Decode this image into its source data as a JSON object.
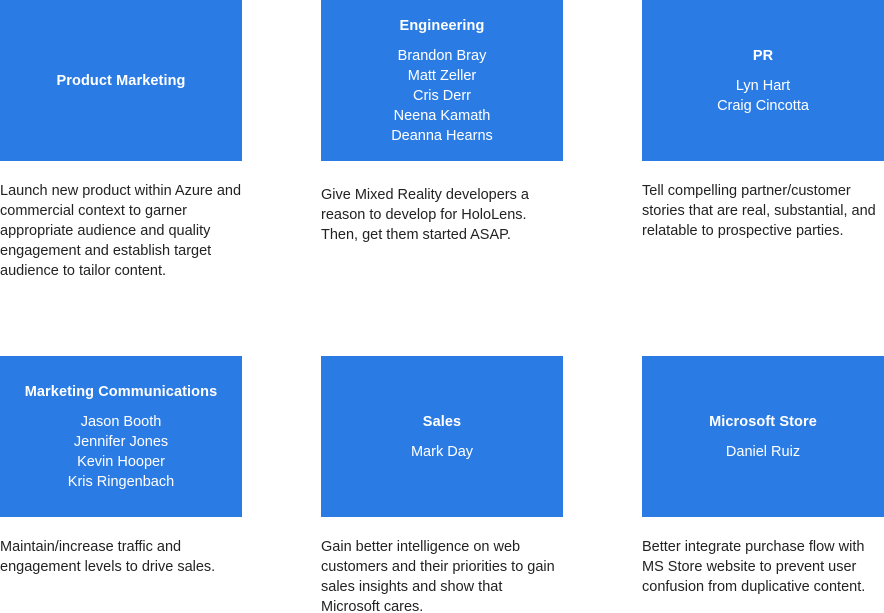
{
  "teams": [
    {
      "title": "Product Marketing",
      "members": [],
      "description": "Launch new product within Azure and commercial context to garner appropriate audience and quality engagement and establish target audience to tailor content."
    },
    {
      "title": "Engineering",
      "members": [
        "Brandon Bray",
        "Matt Zeller",
        "Cris Derr",
        "Neena Kamath",
        "Deanna Hearns"
      ],
      "description": "Give Mixed Reality developers a reason to develop for HoloLens. Then, get them started ASAP."
    },
    {
      "title": "PR",
      "members": [
        "Lyn Hart",
        "Craig Cincotta"
      ],
      "description": "Tell compelling partner/customer stories that are real, substantial, and relatable to prospective parties."
    },
    {
      "title": "Marketing Communications",
      "members": [
        "Jason Booth",
        "Jennifer Jones",
        "Kevin Hooper",
        "Kris Ringenbach"
      ],
      "description": "Maintain/increase traffic and engagement levels to drive sales."
    },
    {
      "title": "Sales",
      "members": [
        "Mark Day"
      ],
      "description": "Gain better intelligence on web customers and their priorities to gain sales insights and show that Microsoft cares."
    },
    {
      "title": "Microsoft Store",
      "members": [
        "Daniel Ruiz"
      ],
      "description": "Better integrate purchase flow with MS Store website to prevent user confusion from duplicative content."
    }
  ],
  "colors": {
    "tile_background": "#2b7be4",
    "tile_text": "#ffffff",
    "description_text": "#222222"
  }
}
